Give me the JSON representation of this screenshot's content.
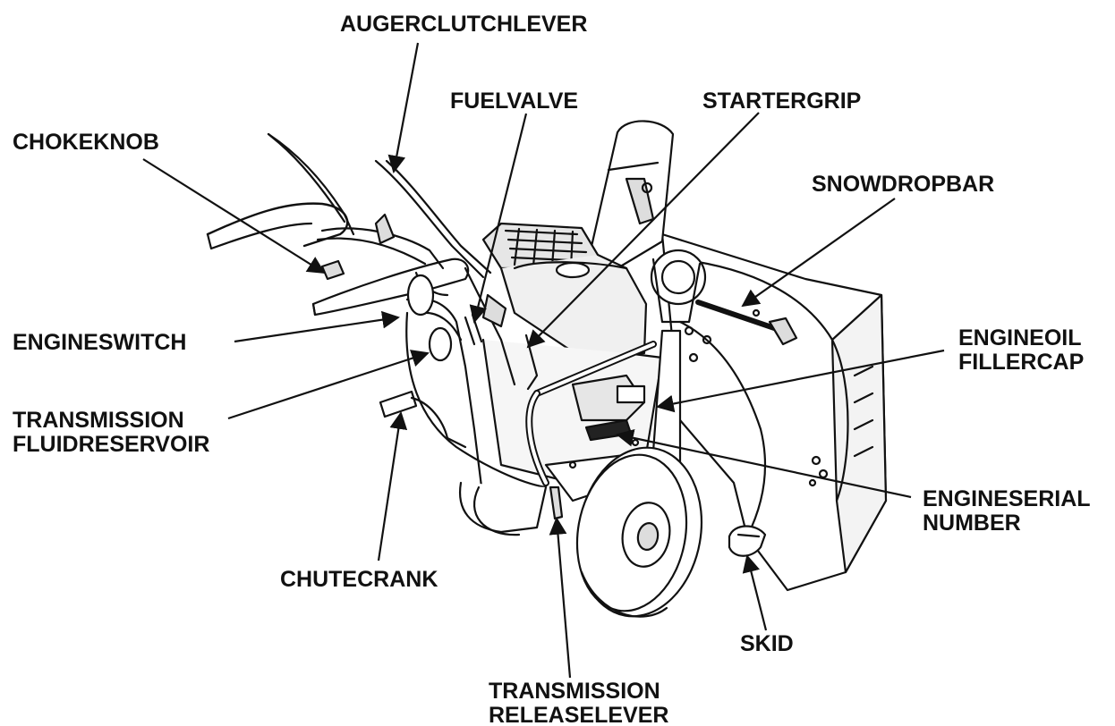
{
  "diagram": {
    "labels": {
      "auger_clutch_lever": "AUGERCLUTCHLEVER",
      "fuel_valve": "FUELVALVE",
      "starter_grip": "STARTERGRIP",
      "choke_knob": "CHOKEKNOB",
      "snow_drop_bar": "SNOWDROPBAR",
      "engine_switch": "ENGINESWITCH",
      "engine_oil_filler_cap": [
        "ENGINEOIL",
        "FILLERCAP"
      ],
      "transmission_fluid_reservoir": [
        "TRANSMISSION",
        "FLUIDRESERVOIR"
      ],
      "engine_serial_number": [
        "ENGINESERIAL",
        "NUMBER"
      ],
      "chute_crank": "CHUTECRANK",
      "skid": "SKID",
      "transmission_release_lever": [
        "TRANSMISSION",
        "RELEASELEVER"
      ]
    },
    "colors": {
      "ink": "#111111",
      "background": "#ffffff",
      "engine_shade": "#e6e6e6"
    }
  }
}
